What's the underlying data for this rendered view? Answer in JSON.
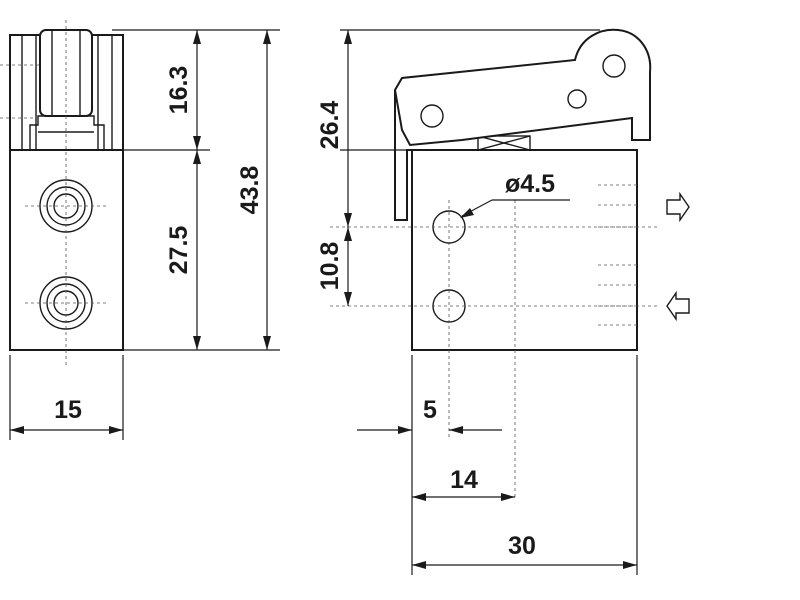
{
  "drawing": {
    "dimensions": {
      "roller_height": "16.3",
      "body_height": "27.5",
      "total_height": "43.8",
      "width_front": "15",
      "lever_height": "26.4",
      "port_spacing": "10.8",
      "port_diameter": "ø4.5",
      "port_offset": "5",
      "port_center": "14",
      "width_side": "30"
    }
  }
}
